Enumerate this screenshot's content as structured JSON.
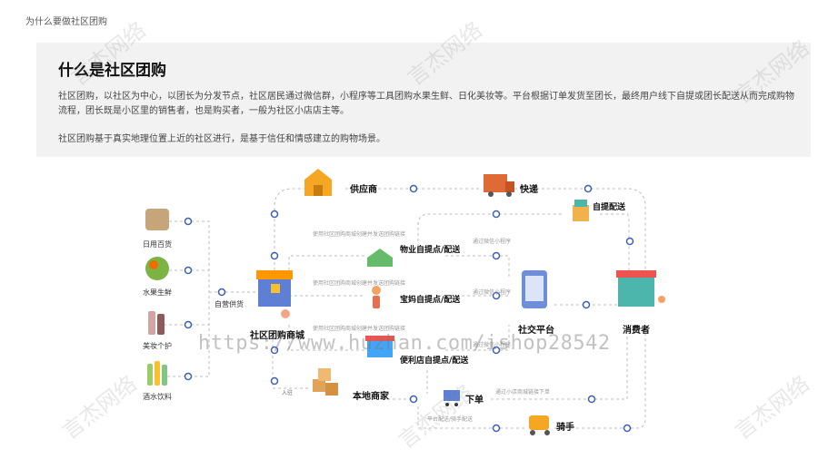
{
  "breadcrumb": "为什么要做社区团购",
  "panel": {
    "title": "什么是社区团购",
    "para1": "社区团购，以社区为中心，以团长为分发节点，社区居民通过微信群，小程序等工具团购水果生鲜、日化美妆等。平台根据订单发货至团长，最终用户线下自提或团长配送从而完成购物流程，团长既是小区里的销售者，也是购买者，一般为社区小店店主等。",
    "para2": "社区团购基于真实地理位置上近的社区进行，是基于信任和情感建立的购物场景。"
  },
  "diagram": {
    "categories": [
      "日用百货",
      "水果生鲜",
      "美妆个护",
      "酒水饮料"
    ],
    "self_operated": "自营供货",
    "mall": "社区团购商城",
    "supplier": "供应商",
    "express": "快递",
    "self_pickup": "自提配送",
    "property": "物业自提点/配送",
    "mom": "宝妈自提点/配送",
    "store": "便利店自提点/配送",
    "social": "社交平台",
    "consumer": "消费者",
    "local_merchant": "本地商家",
    "order": "下单",
    "rider": "骑手",
    "entry": "入驻",
    "use_mall_1": "使用社区团购商城创建并发送团购链接",
    "use_mall_2": "使用社区团购商城创建并发送团购链接",
    "use_mall_3": "使用社区团购商城创建并发送团购链接",
    "via_wechat_1": "通过微信小程序",
    "via_wechat_2": "通过微信小程序",
    "via_wechat_3": "通过微信小程序",
    "via_store": "通过小店商城链接下单",
    "platform_delivery": "平台配送/骑手配送"
  },
  "watermark": {
    "text": "言杰网络",
    "url": "https://www.huzhan.com/ishop28542"
  },
  "colors": {
    "line": "#b9bcc4",
    "node": "#3c5fb4",
    "panel_bg": "#f2f2f2"
  }
}
